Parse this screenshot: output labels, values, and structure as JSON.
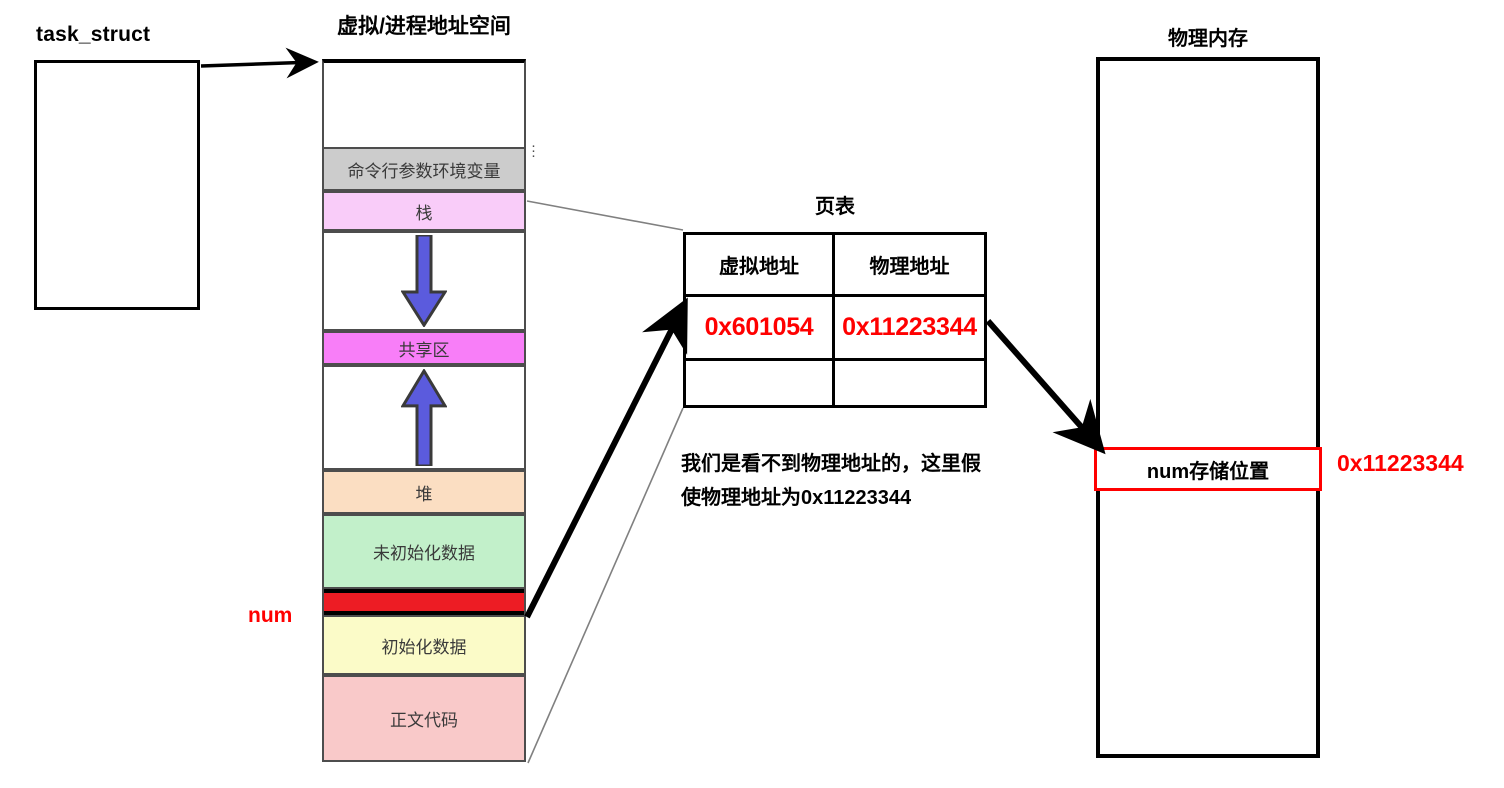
{
  "titles": {
    "task_struct": "task_struct",
    "virtual_address_space": "虚拟/进程地址空间",
    "page_table": "页表",
    "physical_memory": "物理内存"
  },
  "address_space": {
    "segments": [
      {
        "label": "",
        "name": "kernel-space",
        "color": "#ffffff",
        "height": 84,
        "bordered": false
      },
      {
        "label": "命令行参数环境变量",
        "name": "args-env",
        "color": "#cccccc",
        "height": 44,
        "bordered": true
      },
      {
        "label": "栈",
        "name": "stack",
        "color": "#f9ccf9",
        "height": 40,
        "bordered": true
      },
      {
        "label": "",
        "name": "stack-grow-gap",
        "color": "#ffffff",
        "height": 100,
        "bordered": true
      },
      {
        "label": "共享区",
        "name": "shared-area",
        "color": "#f87ef8",
        "height": 34,
        "bordered": true
      },
      {
        "label": "",
        "name": "heap-grow-gap",
        "color": "#ffffff",
        "height": 105,
        "bordered": true
      },
      {
        "label": "堆",
        "name": "heap",
        "color": "#fbdec2",
        "height": 44,
        "bordered": true
      },
      {
        "label": "未初始化数据",
        "name": "bss",
        "color": "#c2f0ca",
        "height": 75,
        "bordered": true
      },
      {
        "label": "",
        "name": "num-variable",
        "color": "#ed1c24",
        "height": 26,
        "bordered": true
      },
      {
        "label": "初始化数据",
        "name": "data",
        "color": "#fbfbc8",
        "height": 60,
        "bordered": true
      },
      {
        "label": "正文代码",
        "name": "text-code",
        "color": "#f9c9c9",
        "height": 87,
        "bordered": true
      }
    ],
    "num_marker": "num",
    "ellipsis": "⋮"
  },
  "page_table": {
    "headers": [
      "虚拟地址",
      "物理地址"
    ],
    "rows": [
      {
        "virtual": "0x601054",
        "physical": "0x11223344"
      },
      {
        "virtual": "",
        "physical": ""
      }
    ]
  },
  "note": {
    "line1": "我们是看不到物理地址的，这里假",
    "line2": "使物理地址为0x11223344"
  },
  "physical_memory": {
    "slot_label": "num存储位置",
    "slot_address": "0x11223344"
  },
  "colors": {
    "accent_red": "#ff0000",
    "num_fill": "#ed1c24",
    "arrow_blue": "#5b5bdd",
    "outline": "#000000"
  }
}
